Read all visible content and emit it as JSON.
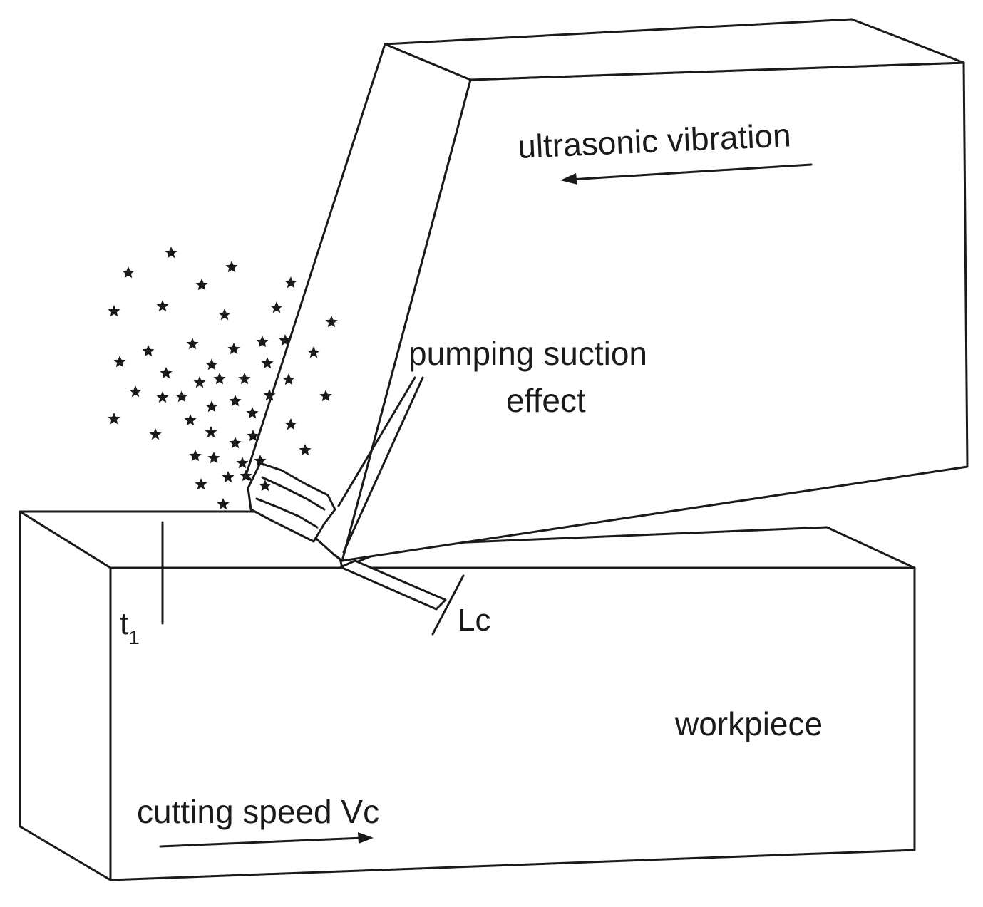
{
  "labels": {
    "ultrasonic": "ultrasonic vibration",
    "pumping_line1": "pumping suction",
    "pumping_line2": "effect",
    "t_main": "t",
    "t_sub": "1",
    "lc": "Lc",
    "workpiece": "workpiece",
    "cutting_speed": "cutting speed Vc"
  },
  "colors": {
    "stroke": "#1a1a1a",
    "background": "#ffffff"
  }
}
